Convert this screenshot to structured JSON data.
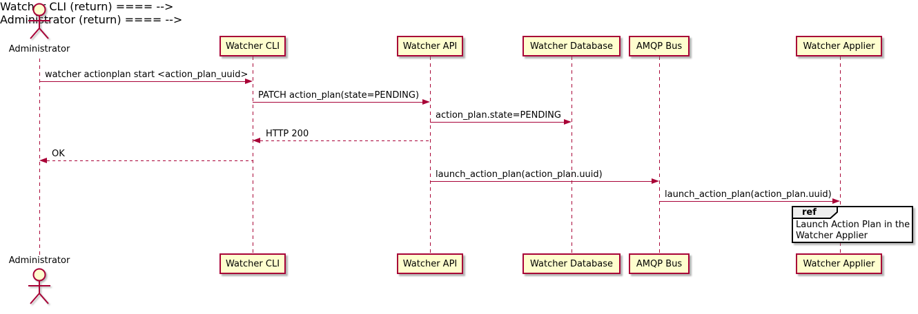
{
  "diagram": {
    "type": "sequence",
    "actor": {
      "label": "Administrator"
    },
    "participants": [
      {
        "label": "Watcher CLI"
      },
      {
        "label": "Watcher API"
      },
      {
        "label": "Watcher Database"
      },
      {
        "label": "AMQP Bus"
      },
      {
        "label": "Watcher Applier"
      }
    ],
    "messages": [
      {
        "from": "Administrator",
        "to": "Watcher CLI",
        "label": "watcher actionplan start <action_plan_uuid>",
        "style": "solid"
      },
      {
        "from": "Watcher CLI",
        "to": "Watcher API",
        "label": "PATCH action_plan(state=PENDING)",
        "style": "solid"
      },
      {
        "from": "Watcher API",
        "to": "Watcher Database",
        "label": "action_plan.state=PENDING",
        "style": "solid"
      },
      {
        "from": "Watcher API",
        "to": "Watcher CLI",
        "label": "HTTP 200",
        "style": "dashed"
      },
      {
        "from": "Watcher CLI",
        "to": "Administrator",
        "label": "OK",
        "style": "dashed"
      },
      {
        "from": "Watcher API",
        "to": "AMQP Bus",
        "label": "launch_action_plan(action_plan.uuid)",
        "style": "solid"
      },
      {
        "from": "AMQP Bus",
        "to": "Watcher Applier",
        "label": "launch_action_plan(action_plan.uuid)",
        "style": "solid"
      }
    ],
    "ref": {
      "keyword": "ref",
      "lines": [
        "Launch Action Plan in the",
        "Watcher Applier"
      ]
    },
    "colors": {
      "accent": "#A80036",
      "participant_fill": "#FEFECE",
      "ref_tab_fill": "#EEEEEE",
      "ref_fill": "#FFFFFF",
      "text": "#000000"
    }
  }
}
